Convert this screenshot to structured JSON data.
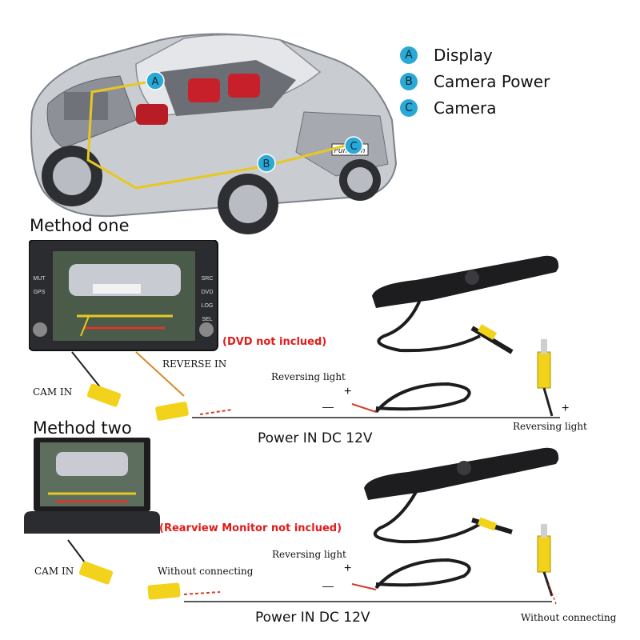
{
  "legend": [
    {
      "letter": "A",
      "label": "Display"
    },
    {
      "letter": "B",
      "label": "Camera Power"
    },
    {
      "letter": "C",
      "label": "Camera"
    }
  ],
  "car": {
    "marker_a": "A",
    "marker_b": "B",
    "marker_c": "C",
    "plate_text": "Pumpkin"
  },
  "method_one": {
    "title": "Method one",
    "note": "(DVD not inclued)",
    "reverse_in": "REVERSE IN",
    "cam_in": "CAM IN",
    "reversing_light": "Reversing light",
    "reversing_light_right": "Reversing light",
    "power": "Power IN  DC 12V",
    "plus": "+",
    "minus": "—",
    "plus_right": "+"
  },
  "method_two": {
    "title": "Method two",
    "note": "(Rearview Monitor not inclued)",
    "cam_in": "CAM IN",
    "without_connecting": "Without connecting",
    "reversing_light": "Reversing light",
    "without_connecting_right": "Without connecting",
    "power": "Power IN DC 12V",
    "plus": "+",
    "minus": "—"
  },
  "dvd_buttons": [
    "MUT",
    "GPS",
    "SRC",
    "DVD",
    "LOG",
    "SEL"
  ],
  "colors": {
    "accent": "#2aa9d6",
    "note_red": "#e21a1a",
    "rca_yellow": "#f2d21a",
    "wire_yellow": "#e8c820"
  }
}
